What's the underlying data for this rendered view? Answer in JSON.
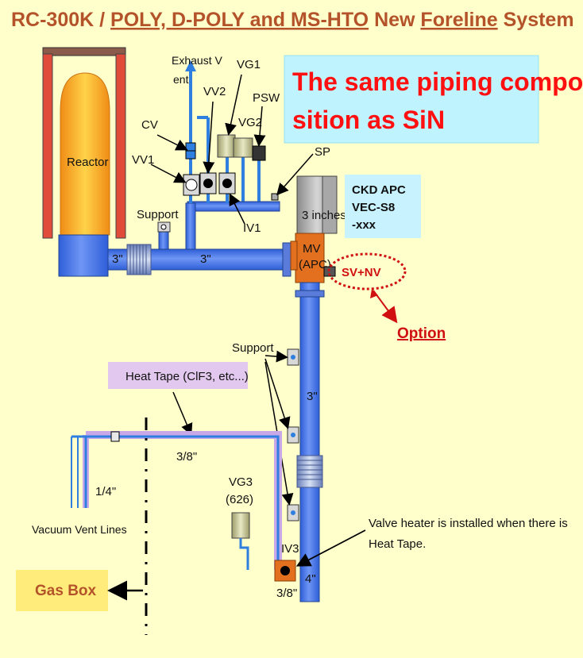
{
  "title": {
    "part1": "RC-300K / ",
    "part2": "POLY, D-POLY and MS-HTO",
    "part3": " New ",
    "part4": "Foreline",
    "part5": " System"
  },
  "callout": {
    "line1": "The same piping compo",
    "line2": "sition as SiN"
  },
  "apc_box": {
    "line1": "CKD APC",
    "line2": "VEC-S8",
    "line3": "-xxx"
  },
  "labels": {
    "reactor": "Reactor",
    "exhaust_line1": "Exhaust V",
    "exhaust_line2": "ent",
    "vg1": "VG1",
    "vv2": "VV2",
    "psw": "PSW",
    "vg2": "VG2",
    "cv": "CV",
    "vv1": "VV1",
    "sp": "SP",
    "support_top": "Support",
    "iv1": "IV1",
    "three_inches": "3 inches",
    "pipe_3a": "3\"",
    "pipe_3b": "3\"",
    "mv_line1": "MV",
    "mv_line2": "(APC)",
    "sv_nv": "SV+NV",
    "option": "Option",
    "support_mid": "Support",
    "heat_tape": "Heat Tape (ClF3, etc...)",
    "pipe_3c": "3\"",
    "three_eighths": "3/8\"",
    "one_quarter": "1/4\"",
    "vacuum_vent": "Vacuum Vent Lines",
    "vg3_line1": "VG3",
    "vg3_line2": "(626)",
    "iv3": "IV3",
    "valve_heater_line1": "Valve heater is installed when there is",
    "valve_heater_line2": "Heat Tape.",
    "pipe_4": "4\"",
    "three_eighths_b": "3/8\"",
    "gas_box": "Gas Box"
  },
  "colors": {
    "pipe": "#3D6FE8",
    "small_line": "#2F7FE0",
    "reactor_frame": "#E04B3A",
    "reactor_flame": "#F3A21A",
    "apc_orange": "#E2701F",
    "callout_bg": "#BFF4FF",
    "callout_text": "#FF1010",
    "apc_box_bg": "#C9F2FF",
    "heat_tape_bg": "#E2C8EE",
    "gas_box_bg": "#FFEC7A",
    "title": "#B4532A"
  }
}
